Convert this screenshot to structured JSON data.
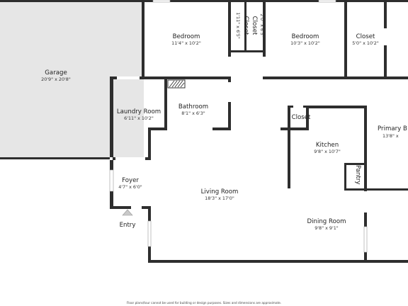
{
  "rooms": {
    "garage": {
      "name": "Garage",
      "dim": "20'9\" x 20'8\""
    },
    "bedroom1": {
      "name": "Bedroom",
      "dim": "11'4\" x 10'2\""
    },
    "closet1": {
      "name": "Closet",
      "dim": "1'11\" x 6'5\""
    },
    "closet2": {
      "name": "Closet",
      "dim": "2'0\" x 6'5\""
    },
    "bedroom2": {
      "name": "Bedroom",
      "dim": "10'3\" x 10'2\""
    },
    "closet3": {
      "name": "Closet",
      "dim": "5'0\" x 10'2\""
    },
    "primary": {
      "name": "Primary B",
      "dim": "13'8\" x"
    },
    "laundry": {
      "name": "Laundry Room",
      "dim": "6'11\" x 10'2\""
    },
    "bathroom": {
      "name": "Bathroom",
      "dim": "8'1\" x 6'3\""
    },
    "kitchen_closet": {
      "name": "Closet"
    },
    "kitchen": {
      "name": "Kitchen",
      "dim": "9'8\" x 10'7\""
    },
    "pantry": {
      "name": "Pantry"
    },
    "foyer": {
      "name": "Foyer",
      "dim": "4'7\" x 6'0\""
    },
    "living": {
      "name": "Living Room",
      "dim": "18'3\" x 17'0\""
    },
    "dining": {
      "name": "Dining Room",
      "dim": "9'8\" x 9'1\""
    }
  },
  "entry_label": "Entry",
  "disclaimer": "Floor plans/tour cannot be used for building or design purposes. Sizes and dimensions are approximate."
}
